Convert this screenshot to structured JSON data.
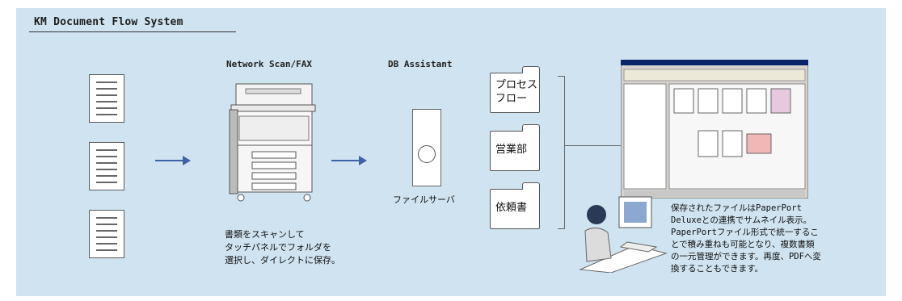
{
  "title": "KM Document Flow System",
  "labels": {
    "scan": "Network Scan/FAX",
    "db": "DB Assistant",
    "server": "ファイルサーバ"
  },
  "captions": {
    "scan": "書類をスキャンして\nタッチパネルでフォルダを\n選択し、ダイレクトに保存。",
    "paperport": "保存されたファイルはPaperPort\nDeluxeとの連携でサムネイル表示。\nPaperPortファイル形式で統一するこ\nとで積み重ねも可能となり、複数書類\nの一元管理ができます。再度、PDFへ変\n換することもできます。"
  },
  "folders": [
    {
      "label": "プロセス\nフロー"
    },
    {
      "label": "営業部"
    },
    {
      "label": "依頼書"
    }
  ],
  "colors": {
    "background": "#cfe3f0",
    "arrow": "#3d62a8"
  }
}
